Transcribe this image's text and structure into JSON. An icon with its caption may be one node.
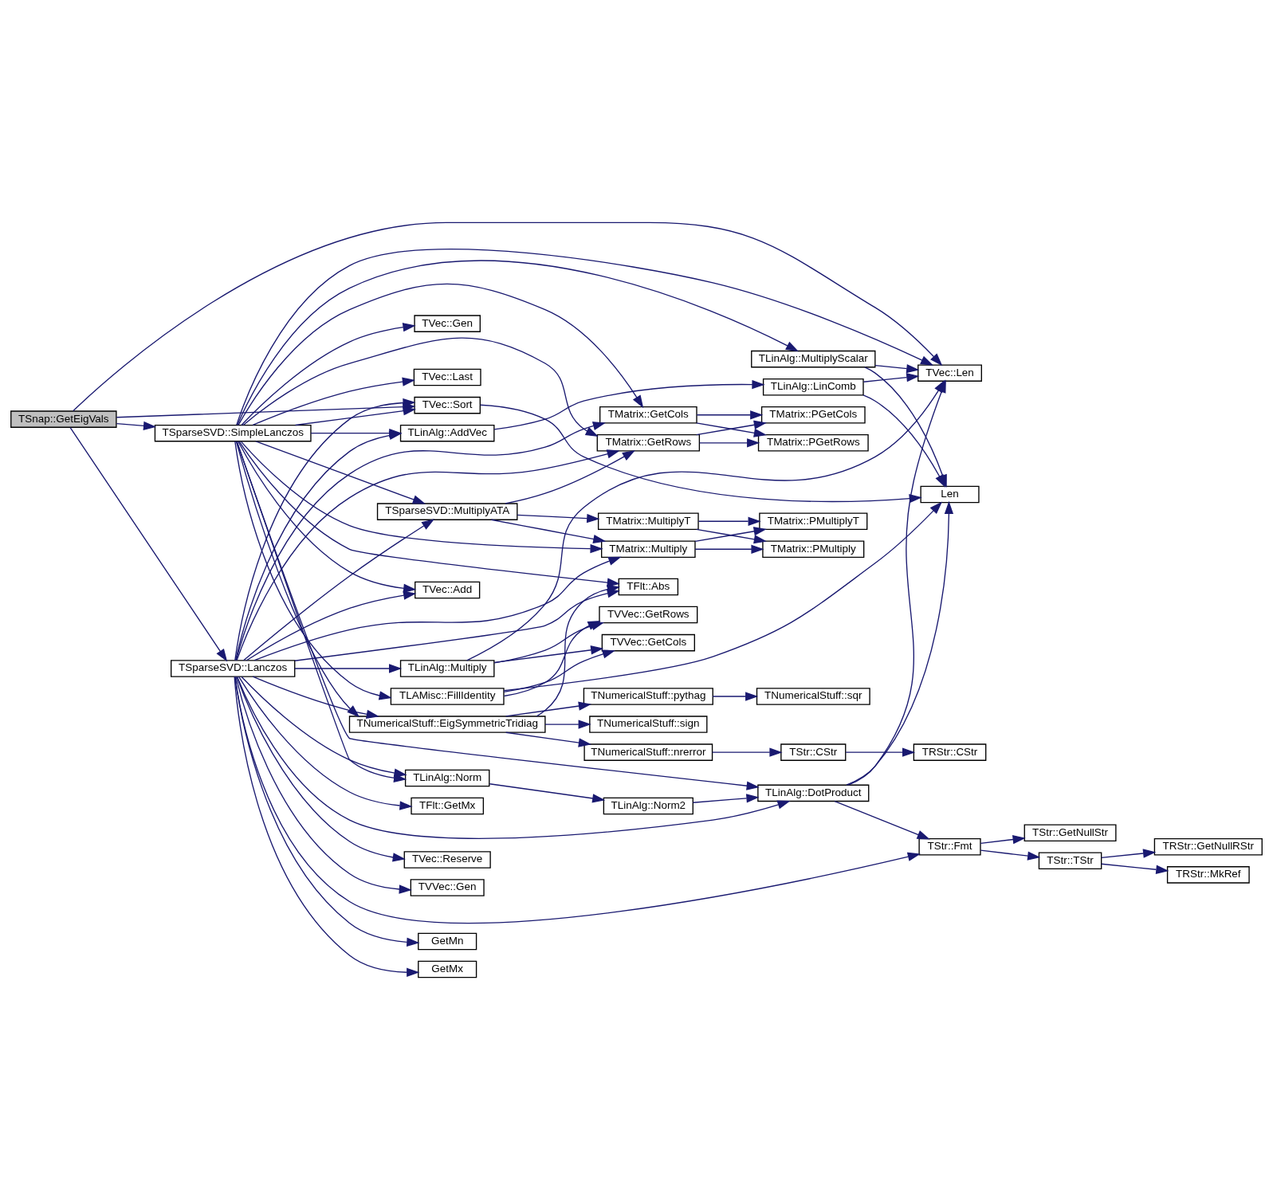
{
  "diagram": {
    "nodes": [
      {
        "text": [
          "TSnap::GetEigVals"
        ]
      },
      {
        "text": [
          "TSparseSVD::SimpleLanczos"
        ]
      },
      {
        "text": [
          "TSparseSVD::Lanczos"
        ]
      },
      {
        "text": [
          "TVec::Sort"
        ]
      },
      {
        "text": [
          "TLinAlg::MultiplyScalar"
        ]
      },
      {
        "text": [
          "TLAMisc::FillIdentity"
        ]
      },
      {
        "text": [
          "TVec::Gen"
        ]
      },
      {
        "text": [
          "TVec::Last"
        ]
      },
      {
        "text": [
          "TLinAlg::Multiply"
        ]
      },
      {
        "text": [
          "TLinAlg::AddVec"
        ]
      },
      {
        "text": [
          "TSparseSVD::MultiplyATA"
        ]
      },
      {
        "text": [
          "TLinAlg::Norm"
        ]
      },
      {
        "text": [
          "TVec::Add"
        ]
      },
      {
        "text": [
          "TFlt::Abs"
        ]
      },
      {
        "text": [
          "TNumericalStuff::EigSymmetricTridiag"
        ]
      },
      {
        "text": [
          "TVec::Reserve"
        ]
      },
      {
        "text": [
          "TVVec::Gen"
        ]
      },
      {
        "text": [
          "GetMn"
        ]
      },
      {
        "text": [
          "GetMx"
        ]
      },
      {
        "text": [
          "TFlt::GetMx"
        ]
      },
      {
        "text": [
          "Len"
        ]
      },
      {
        "text": [
          "TVVec::GetCols"
        ]
      },
      {
        "text": [
          "TVVec::GetRows"
        ]
      },
      {
        "text": [
          "TLinAlg::LinComb"
        ]
      },
      {
        "text": [
          "TMatrix::MultiplyT"
        ]
      },
      {
        "text": [
          "TMatrix::Multiply"
        ]
      },
      {
        "text": [
          "TMatrix::GetRows"
        ]
      },
      {
        "text": [
          "TMatrix::GetCols"
        ]
      },
      {
        "text": [
          "TLinAlg::DotProduct"
        ]
      },
      {
        "text": [
          "TLinAlg::Norm2"
        ]
      },
      {
        "text": [
          "TNumericalStuff::sign"
        ]
      },
      {
        "text": [
          "TNumericalStuff::pythag"
        ]
      },
      {
        "text": [
          "TNumericalStuff::nrerror"
        ]
      },
      {
        "text": [
          "TMatrix::PMultiplyT"
        ]
      },
      {
        "text": [
          "TMatrix::PMultiply"
        ]
      },
      {
        "text": [
          "TMatrix::PGetCols"
        ]
      },
      {
        "text": [
          "TMatrix::PGetRows"
        ]
      },
      {
        "text": [
          "TVec::Len"
        ]
      },
      {
        "text": [
          "TStr::Fmt"
        ]
      },
      {
        "text": [
          "TStr::CStr"
        ]
      },
      {
        "text": [
          "TStr::GetNullStr"
        ]
      },
      {
        "text": [
          "TStr::TStr"
        ]
      },
      {
        "text": [
          "TNumericalStuff::sqr"
        ]
      },
      {
        "text": [
          "TRStr::CStr"
        ]
      },
      {
        "text": [
          "TRStr::GetNullRStr"
        ]
      },
      {
        "text": [
          "TRStr::MkRef"
        ]
      }
    ],
    "edges": [
      {
        "from": 0,
        "to": 3,
        "arrow": "to"
      },
      {
        "from": 0,
        "to": 1,
        "arrow": "to"
      },
      {
        "from": 0,
        "to": 2,
        "arrow": "to"
      },
      {
        "from": 0,
        "to": 37,
        "arrow": "to"
      },
      {
        "from": 1,
        "to": 3,
        "arrow": "to"
      },
      {
        "from": 1,
        "to": 4,
        "arrow": "to"
      },
      {
        "from": 1,
        "to": 5,
        "arrow": "to"
      },
      {
        "from": 1,
        "to": 6,
        "arrow": "to"
      },
      {
        "from": 1,
        "to": 7,
        "arrow": "to"
      },
      {
        "from": 1,
        "to": 9,
        "arrow": "to"
      },
      {
        "from": 1,
        "to": 10,
        "arrow": "to"
      },
      {
        "from": 1,
        "to": 25,
        "arrow": "to"
      },
      {
        "from": 1,
        "to": 26,
        "arrow": "to"
      },
      {
        "from": 1,
        "to": 27,
        "arrow": "to"
      },
      {
        "from": 1,
        "to": 37,
        "arrow": "to"
      },
      {
        "from": 1,
        "to": 28,
        "arrow": "to"
      },
      {
        "from": 1,
        "to": 11,
        "arrow": "to"
      },
      {
        "from": 1,
        "to": 12,
        "arrow": "to"
      },
      {
        "from": 1,
        "to": 13,
        "arrow": "to"
      },
      {
        "from": 1,
        "to": 14,
        "arrow": "to"
      },
      {
        "from": 2,
        "to": 3,
        "arrow": "to"
      },
      {
        "from": 2,
        "to": 8,
        "arrow": "to"
      },
      {
        "from": 2,
        "to": 9,
        "arrow": "to"
      },
      {
        "from": 2,
        "to": 10,
        "arrow": "to"
      },
      {
        "from": 2,
        "to": 25,
        "arrow": "to"
      },
      {
        "from": 2,
        "to": 26,
        "arrow": "to"
      },
      {
        "from": 2,
        "to": 27,
        "arrow": "to"
      },
      {
        "from": 2,
        "to": 11,
        "arrow": "to"
      },
      {
        "from": 2,
        "to": 12,
        "arrow": "to"
      },
      {
        "from": 2,
        "to": 13,
        "arrow": "to"
      },
      {
        "from": 2,
        "to": 28,
        "arrow": "to"
      },
      {
        "from": 2,
        "to": 14,
        "arrow": "to"
      },
      {
        "from": 2,
        "to": 15,
        "arrow": "to"
      },
      {
        "from": 2,
        "to": 16,
        "arrow": "to"
      },
      {
        "from": 2,
        "to": 17,
        "arrow": "to"
      },
      {
        "from": 2,
        "to": 18,
        "arrow": "to"
      },
      {
        "from": 2,
        "to": 19,
        "arrow": "to"
      },
      {
        "from": 2,
        "to": 38,
        "arrow": "to"
      },
      {
        "from": 3,
        "to": 20,
        "arrow": "to"
      },
      {
        "from": 4,
        "to": 20,
        "arrow": "to"
      },
      {
        "from": 4,
        "to": 37,
        "arrow": "to"
      },
      {
        "from": 5,
        "to": 20,
        "arrow": "to"
      },
      {
        "from": 5,
        "to": 21,
        "arrow": "to"
      },
      {
        "from": 5,
        "to": 22,
        "arrow": "to"
      },
      {
        "from": 8,
        "to": 21,
        "arrow": "to"
      },
      {
        "from": 8,
        "to": 22,
        "arrow": "to"
      },
      {
        "from": 8,
        "to": 37,
        "arrow": "to"
      },
      {
        "from": 9,
        "to": 23,
        "arrow": "to"
      },
      {
        "from": 23,
        "to": 20,
        "arrow": "to"
      },
      {
        "from": 23,
        "to": 37,
        "arrow": "to"
      },
      {
        "from": 10,
        "to": 24,
        "arrow": "to"
      },
      {
        "from": 10,
        "to": 25,
        "arrow": "to"
      },
      {
        "from": 10,
        "to": 26,
        "arrow": "to"
      },
      {
        "from": 24,
        "to": 33,
        "arrow": "to"
      },
      {
        "from": 24,
        "to": 34,
        "arrow": "to"
      },
      {
        "from": 25,
        "to": 33,
        "arrow": "to"
      },
      {
        "from": 25,
        "to": 34,
        "arrow": "to"
      },
      {
        "from": 26,
        "to": 35,
        "arrow": "to"
      },
      {
        "from": 26,
        "to": 36,
        "arrow": "to"
      },
      {
        "from": 27,
        "to": 35,
        "arrow": "to"
      },
      {
        "from": 27,
        "to": 36,
        "arrow": "to"
      },
      {
        "from": 28,
        "to": 20,
        "arrow": "to"
      },
      {
        "from": 28,
        "to": 37,
        "arrow": "to"
      },
      {
        "from": 28,
        "to": 38,
        "arrow": "to"
      },
      {
        "from": 11,
        "to": 29,
        "arrow": "to"
      },
      {
        "from": 29,
        "to": 28,
        "arrow": "to"
      },
      {
        "from": 14,
        "to": 13,
        "arrow": "to"
      },
      {
        "from": 14,
        "to": 30,
        "arrow": "to"
      },
      {
        "from": 14,
        "to": 31,
        "arrow": "to"
      },
      {
        "from": 14,
        "to": 32,
        "arrow": "to"
      },
      {
        "from": 31,
        "to": 42,
        "arrow": "to"
      },
      {
        "from": 32,
        "to": 39,
        "arrow": "to"
      },
      {
        "from": 39,
        "to": 43,
        "arrow": "to"
      },
      {
        "from": 38,
        "to": 40,
        "arrow": "to"
      },
      {
        "from": 38,
        "to": 41,
        "arrow": "to"
      },
      {
        "from": 41,
        "to": 44,
        "arrow": "to"
      },
      {
        "from": 41,
        "to": 45,
        "arrow": "to"
      }
    ]
  }
}
